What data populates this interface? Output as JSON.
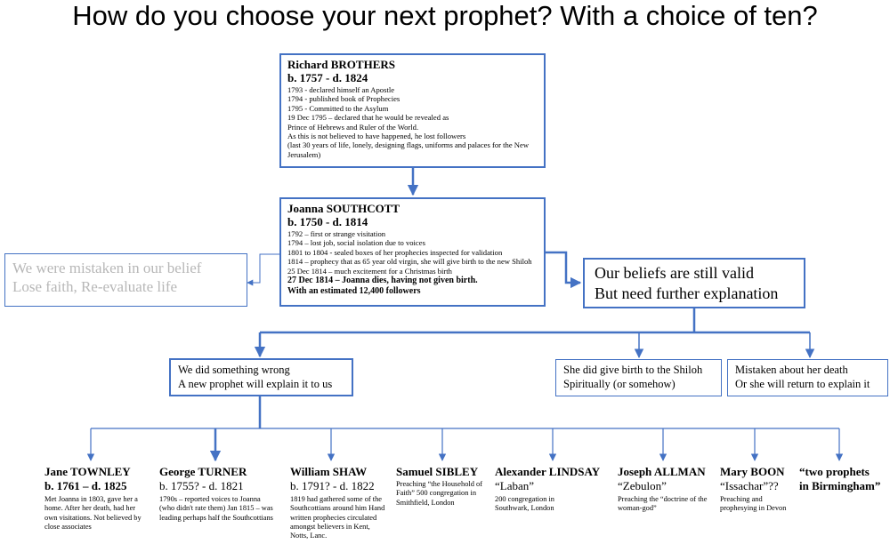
{
  "title": "How do you choose your next prophet? With a choice of ten?",
  "colors": {
    "accent": "#4472c4",
    "faded_text": "#b7b7b7"
  },
  "brothers": {
    "name": "Richard BROTHERS",
    "dates": "b. 1757 - d. 1824",
    "lines": [
      "1793 - declared himself an Apostle",
      "1794 - published book of Prophecies",
      "1795 - Committed to the Asylum",
      "19 Dec 1795 – declared that he would be revealed as",
      "Prince of Hebrews and Ruler of the World.",
      "As this is not believed to have happened, he lost followers",
      "(last 30 years of life, lonely, designing flags, uniforms and palaces for the New",
      "Jerusalem)"
    ]
  },
  "southcott": {
    "name": "Joanna SOUTHCOTT",
    "dates": "b. 1750 - d. 1814",
    "lines": [
      "1792 – first or strange visitation",
      "1794 – lost job, social isolation due to voices",
      "1801 to 1804 - sealed boxes of her prophecies inspected for validation",
      "1814 – prophecy that as 65 year old virgin, she will give birth to the new Shiloh",
      "25 Dec 1814 – much excitement for a Christmas birth"
    ],
    "death": "27 Dec 1814 – Joanna dies, having not given birth.",
    "followers": "With an estimated 12,400 followers"
  },
  "mistaken": {
    "line1": "We were mistaken in our belief",
    "line2": "Lose faith, Re-evaluate life"
  },
  "valid": {
    "line1": "Our beliefs are still valid",
    "line2": "But need further explanation"
  },
  "wrong": {
    "line1": "We did something wrong",
    "line2": "A new prophet will explain it to us"
  },
  "shiloh": {
    "line1": "She did give birth to the Shiloh",
    "line2": "Spiritually (or somehow)"
  },
  "return": {
    "line1": "Mistaken about her death",
    "line2": "Or she will return to explain it"
  },
  "prophets": [
    {
      "name": "Jane TOWNLEY",
      "dates": "b. 1761 – d. 1825",
      "desc": "Met Joanna in 1803, gave her a home. After her death, had her own visitations. Not believed by close associates"
    },
    {
      "name": "George TURNER",
      "dates": "b. 1755? - d. 1821",
      "desc": "1790s – reported voices to Joanna (who didn't rate them) Jan 1815 – was leading perhaps half the Southcottians"
    },
    {
      "name": "William SHAW",
      "dates": "b. 1791? - d. 1822",
      "desc": "1819 had gathered some of the Southcottians around him Hand written prophecies circulated amongst believers in Kent, Notts, Lanc."
    },
    {
      "name": "Samuel SIBLEY",
      "dates": "",
      "desc": "Preaching “the Household of Faith” 500 congregation in Smithfield, London"
    },
    {
      "name": "Alexander LINDSAY",
      "dates": "“Laban”",
      "desc": "200 congregation in Southwark, London"
    },
    {
      "name": "Joseph ALLMAN",
      "dates": "“Zebulon”",
      "desc": "Preaching the “doctrine of the woman-god”"
    },
    {
      "name": "Mary BOON",
      "dates": "“Issachar”??",
      "desc": "Preaching and prophesying in Devon"
    },
    {
      "name": "“two prophets",
      "dates": "in Birmingham”",
      "desc": ""
    }
  ]
}
